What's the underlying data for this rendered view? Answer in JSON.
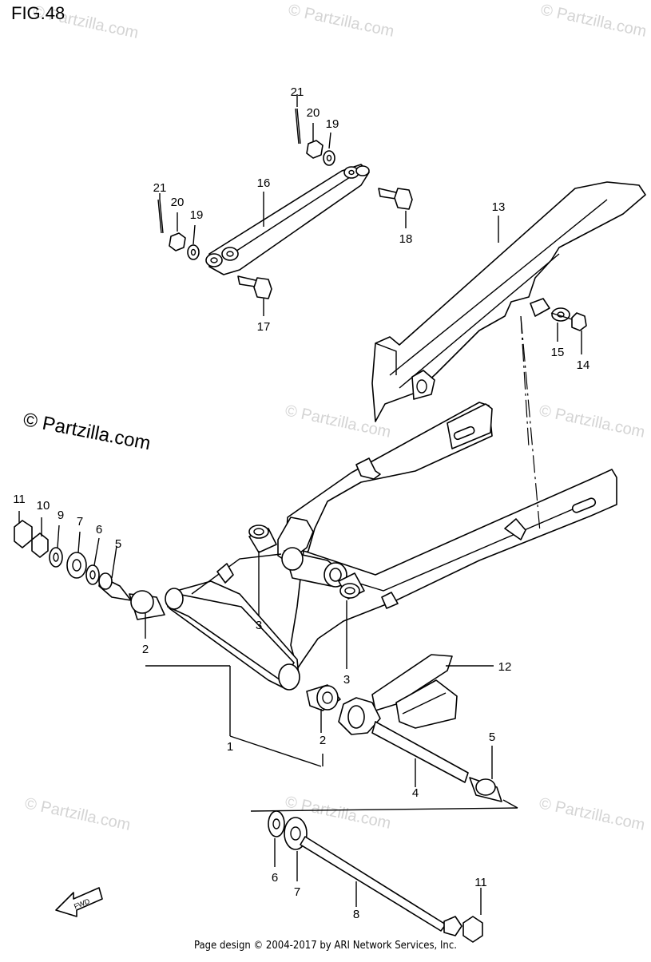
{
  "figure": {
    "title": "FIG.48",
    "brand": "© Partzilla.com",
    "watermark": "© Partzilla.com",
    "footer": "Page design © 2004-2017 by ARI Network Services, Inc.",
    "fwd_label": "FWD"
  },
  "callouts": [
    {
      "id": "c21a",
      "label": "21"
    },
    {
      "id": "c20a",
      "label": "20"
    },
    {
      "id": "c19a",
      "label": "19"
    },
    {
      "id": "c21b",
      "label": "21"
    },
    {
      "id": "c20b",
      "label": "20"
    },
    {
      "id": "c19b",
      "label": "19"
    },
    {
      "id": "c16",
      "label": "16"
    },
    {
      "id": "c18",
      "label": "18"
    },
    {
      "id": "c17",
      "label": "17"
    },
    {
      "id": "c13",
      "label": "13"
    },
    {
      "id": "c15",
      "label": "15"
    },
    {
      "id": "c14",
      "label": "14"
    },
    {
      "id": "c11a",
      "label": "11"
    },
    {
      "id": "c10",
      "label": "10"
    },
    {
      "id": "c9",
      "label": "9"
    },
    {
      "id": "c7a",
      "label": "7"
    },
    {
      "id": "c6a",
      "label": "6"
    },
    {
      "id": "c5a",
      "label": "5"
    },
    {
      "id": "c2a",
      "label": "2"
    },
    {
      "id": "c3a",
      "label": "3"
    },
    {
      "id": "c3b",
      "label": "3"
    },
    {
      "id": "c12",
      "label": "12"
    },
    {
      "id": "c1",
      "label": "1"
    },
    {
      "id": "c2b",
      "label": "2"
    },
    {
      "id": "c5b",
      "label": "5"
    },
    {
      "id": "c4",
      "label": "4"
    },
    {
      "id": "c6b",
      "label": "6"
    },
    {
      "id": "c7b",
      "label": "7"
    },
    {
      "id": "c8",
      "label": "8"
    },
    {
      "id": "c11b",
      "label": "11"
    }
  ]
}
